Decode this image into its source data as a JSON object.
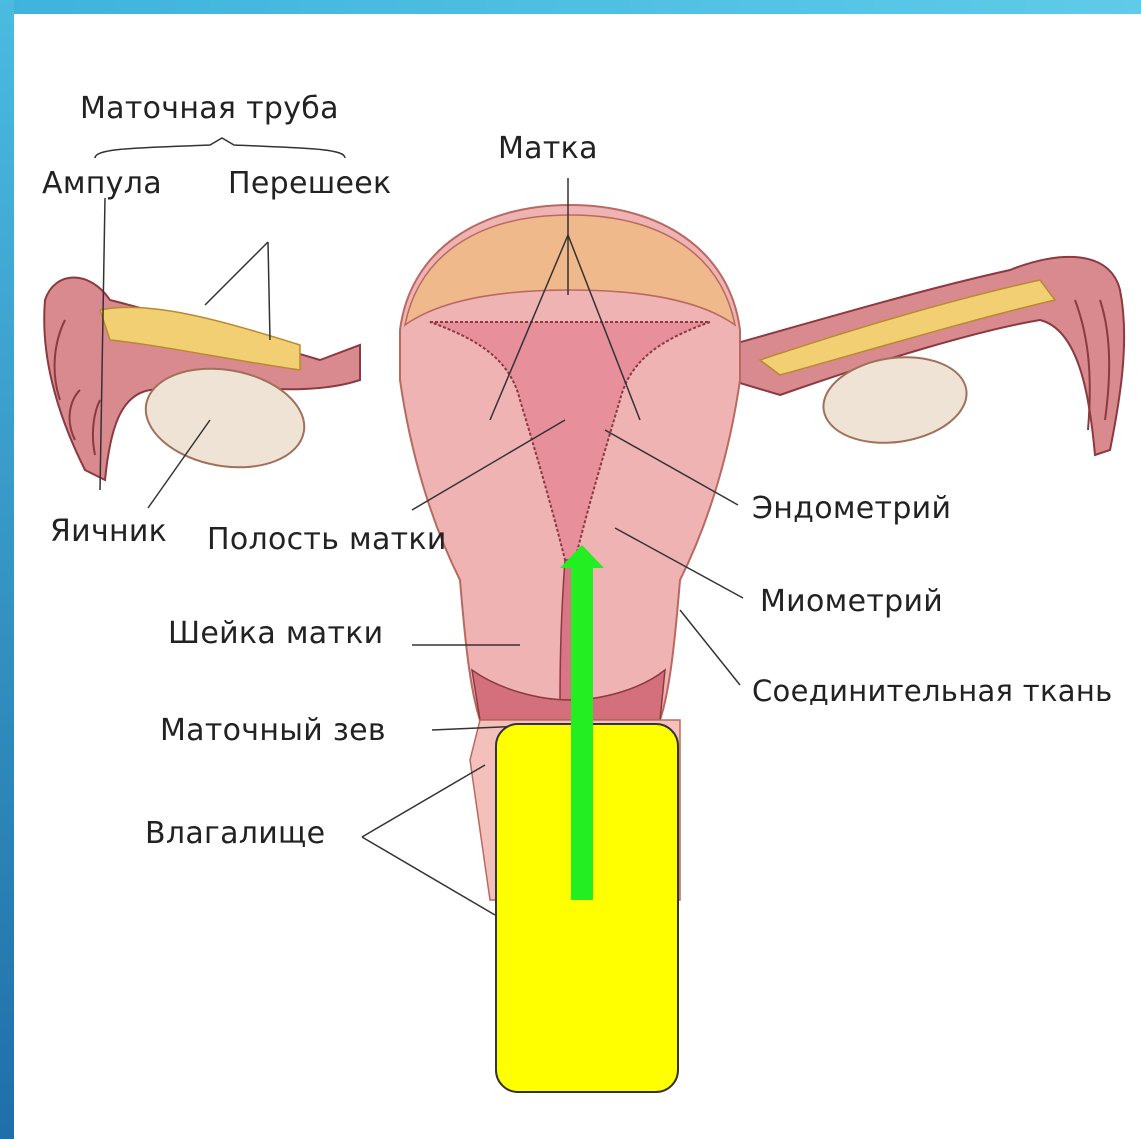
{
  "labels": {
    "fallopian_tube": "Маточная труба",
    "ampulla": "Ампула",
    "isthmus": "Перешеек",
    "uterus": "Матка",
    "ovary": "Яичник",
    "uterine_cavity": "Полость матки",
    "endometrium": "Эндометрий",
    "myometrium": "Миометрий",
    "cervix": "Шейка матки",
    "connective_tissue": "Соединительная ткань",
    "external_os": "Маточный зев",
    "vagina": "Влагалище"
  },
  "colors": {
    "frame": "#3fb3dc",
    "tissue": "#f2b8b8",
    "tissue_dark": "#c9737a",
    "outer_wall": "#efb98c",
    "fat": "#f2cf72",
    "ovary": "#efe3d6",
    "cavity": "#e78f9b",
    "insert_box": "#ffff00",
    "arrow": "#22ee22"
  },
  "icons": {
    "arrow": "arrow-up-icon"
  }
}
